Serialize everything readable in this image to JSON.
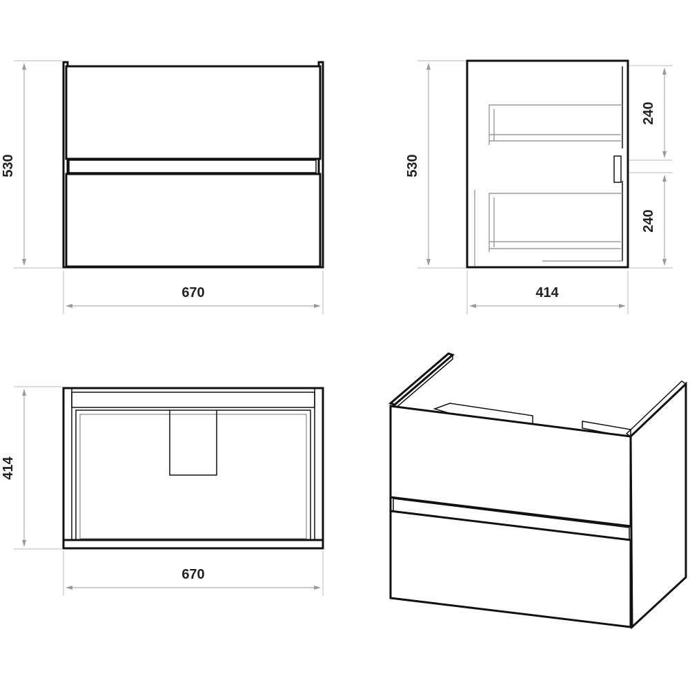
{
  "dimensions": {
    "front_width": "670",
    "front_height": "530",
    "side_depth": "414",
    "side_height": "530",
    "drawer_upper": "240",
    "drawer_lower": "240",
    "top_width": "670",
    "top_depth": "414"
  },
  "colors": {
    "outline": "#111111",
    "dimension_line": "#9a9a9a",
    "background": "#ffffff"
  }
}
